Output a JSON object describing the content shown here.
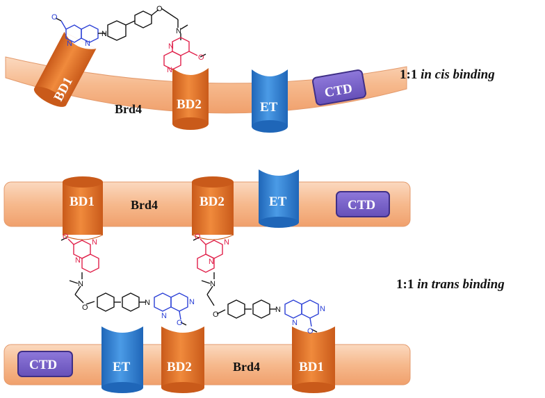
{
  "panel_top": {
    "protein": "Brd4",
    "domains": {
      "bd1": "BD1",
      "bd2": "BD2",
      "et": "ET",
      "ctd": "CTD"
    },
    "caption_ratio": "1:1",
    "caption_mode": "in cis binding"
  },
  "panel_bottom": {
    "upper_strand": {
      "protein": "Brd4",
      "bd1": "BD1",
      "bd2": "BD2",
      "et": "ET",
      "ctd": "CTD"
    },
    "lower_strand": {
      "protein": "Brd4",
      "bd1": "BD1",
      "bd2": "BD2",
      "et": "ET",
      "ctd": "CTD"
    },
    "caption_ratio": "1:1",
    "caption_mode": "in trans binding"
  },
  "atoms": {
    "N": "N",
    "O": "O"
  },
  "colors": {
    "orange": "#e8742c",
    "orange_dark": "#c95a1a",
    "band": "#f7c9a6",
    "blue": "#3a86d6",
    "ctd": "#7b63c9",
    "ligand_blue": "#2a3fd6",
    "ligand_red": "#e0204a"
  }
}
